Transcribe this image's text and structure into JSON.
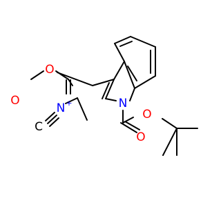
{
  "atoms": {
    "ester_carbonyl_o": "O",
    "ester_ether_o": "O",
    "isocyanide_n": "N",
    "isocyanide_c": "C",
    "indole_n": "N",
    "boc_carbonyl_o": "O",
    "boc_ether_o": "O"
  },
  "charge": "+",
  "colors": {
    "bond": "#000000",
    "oxygen": "#ff0000",
    "nitrogen": "#0000ff",
    "carbon": "#000000",
    "background": "#ffffff"
  }
}
